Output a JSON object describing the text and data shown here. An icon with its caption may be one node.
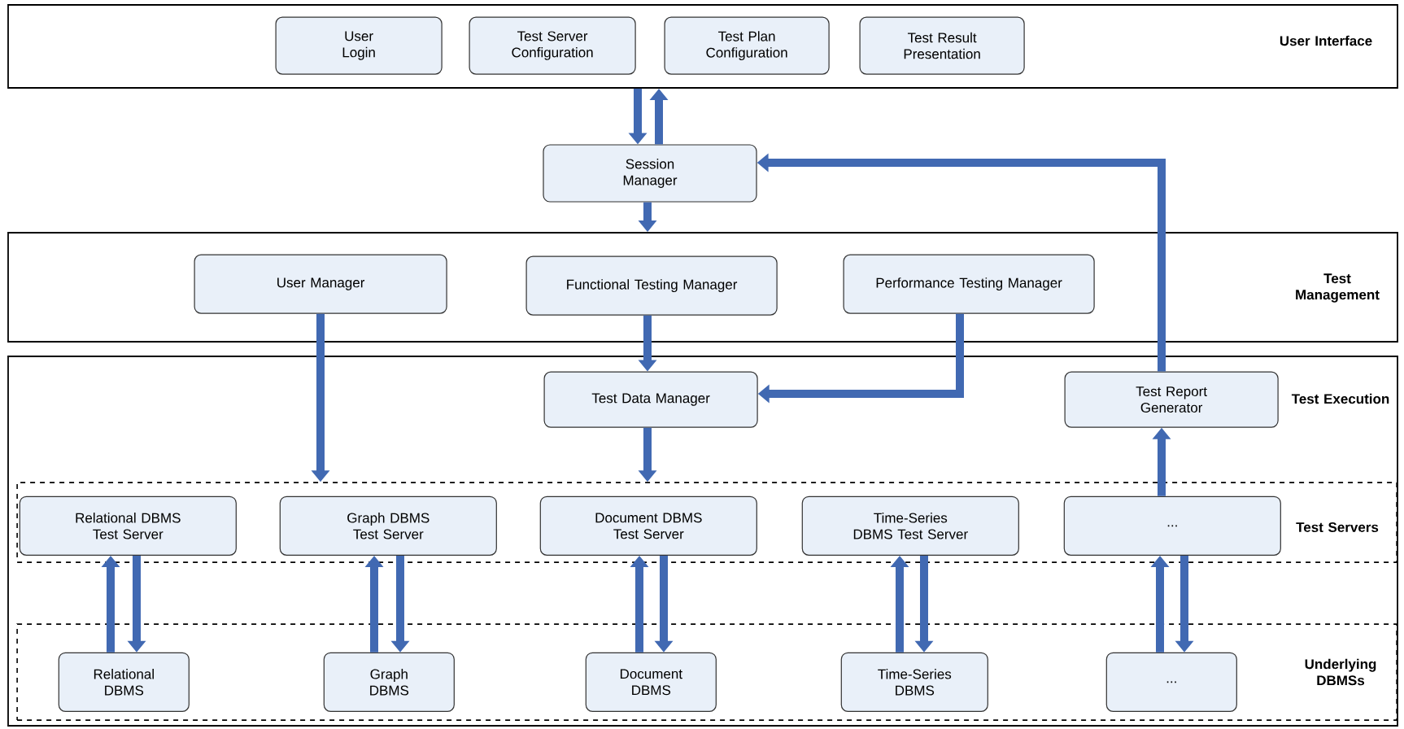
{
  "diagram": {
    "nodes": [
      {
        "text": [
          "User Interface"
        ]
      },
      {
        "text": [
          "User Login"
        ],
        "in": 0
      },
      {
        "text": [
          "Test Server Configuration"
        ],
        "in": 0
      },
      {
        "text": [
          "Test Plan Configuration"
        ],
        "in": 0
      },
      {
        "text": [
          "Test Result Presentation"
        ],
        "in": 0
      },
      {
        "text": [
          "Session Manager"
        ]
      },
      {
        "text": [
          "Test Management"
        ]
      },
      {
        "text": [
          "User Manager"
        ],
        "in": 6
      },
      {
        "text": [
          "Functional Testing Manager"
        ],
        "in": 6
      },
      {
        "text": [
          "Performance Testing Manager"
        ],
        "in": 6
      },
      {
        "text": [
          "Test Execution"
        ]
      },
      {
        "text": [
          "Test Data Manager"
        ],
        "in": 10
      },
      {
        "text": [
          "Test Report Generator"
        ],
        "in": 10
      },
      {
        "text": [
          "Test Servers"
        ],
        "in": 10
      },
      {
        "text": [
          "Relational DBMS Test Server"
        ],
        "in": 13
      },
      {
        "text": [
          "Graph DBMS Test Server"
        ],
        "in": 13
      },
      {
        "text": [
          "Document DBMS Test Server"
        ],
        "in": 13
      },
      {
        "text": [
          "Time-Series DBMS Test Server"
        ],
        "in": 13
      },
      {
        "text": [
          "..."
        ],
        "in": 13
      },
      {
        "text": [
          "Underlying DBMSs"
        ],
        "in": 10
      },
      {
        "text": [
          "Relational DBMS"
        ],
        "in": 19
      },
      {
        "text": [
          "Graph DBMS"
        ],
        "in": 19
      },
      {
        "text": [
          "Document DBMS"
        ],
        "in": 19
      },
      {
        "text": [
          "Time-Series DBMS"
        ],
        "in": 19
      },
      {
        "text": [
          "..."
        ],
        "in": 19
      }
    ],
    "edges": [
      {
        "from": 0,
        "to": 5,
        "arrow": "to"
      },
      {
        "from": 5,
        "to": 0,
        "arrow": "to"
      },
      {
        "from": 5,
        "to": 6,
        "arrow": "to"
      },
      {
        "from": 12,
        "to": 5,
        "arrow": "to"
      },
      {
        "from": 7,
        "to": 13,
        "arrow": "to"
      },
      {
        "from": 8,
        "to": 11,
        "arrow": "to"
      },
      {
        "from": 9,
        "to": 11,
        "arrow": "to"
      },
      {
        "from": 11,
        "to": 13,
        "arrow": "to"
      },
      {
        "from": 18,
        "to": 12,
        "arrow": "to"
      },
      {
        "from": 20,
        "to": 14,
        "arrow": "to"
      },
      {
        "from": 14,
        "to": 20,
        "arrow": "to"
      },
      {
        "from": 21,
        "to": 15,
        "arrow": "to"
      },
      {
        "from": 15,
        "to": 21,
        "arrow": "to"
      },
      {
        "from": 22,
        "to": 16,
        "arrow": "to"
      },
      {
        "from": 16,
        "to": 22,
        "arrow": "to"
      },
      {
        "from": 23,
        "to": 17,
        "arrow": "to"
      },
      {
        "from": 17,
        "to": 23,
        "arrow": "to"
      },
      {
        "from": 24,
        "to": 18,
        "arrow": "to"
      },
      {
        "from": 18,
        "to": 24,
        "arrow": "to"
      }
    ]
  }
}
